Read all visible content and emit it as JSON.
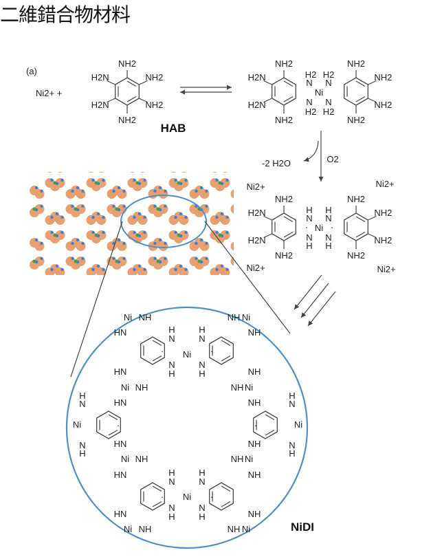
{
  "title": "二維錯合物材料",
  "panel_label": "(a)",
  "reactant_ion": "Ni2+ +",
  "ligand_name": "HAB",
  "product_name": "NiDI",
  "byproduct": "-2 H2O",
  "oxidant": "O2",
  "ni_ion": "Ni2+",
  "atoms": {
    "ni": "Ni",
    "nh2": "NH2",
    "h2n": "H2N",
    "nh": "NH",
    "hn": "HN",
    "n": "N",
    "h": "H",
    "h2": "H2"
  },
  "colors": {
    "circle": "#4a90c8",
    "lattice_c": "#e8a070",
    "lattice_n": "#3a7fd0",
    "lattice_ni": "#3aa04a"
  }
}
